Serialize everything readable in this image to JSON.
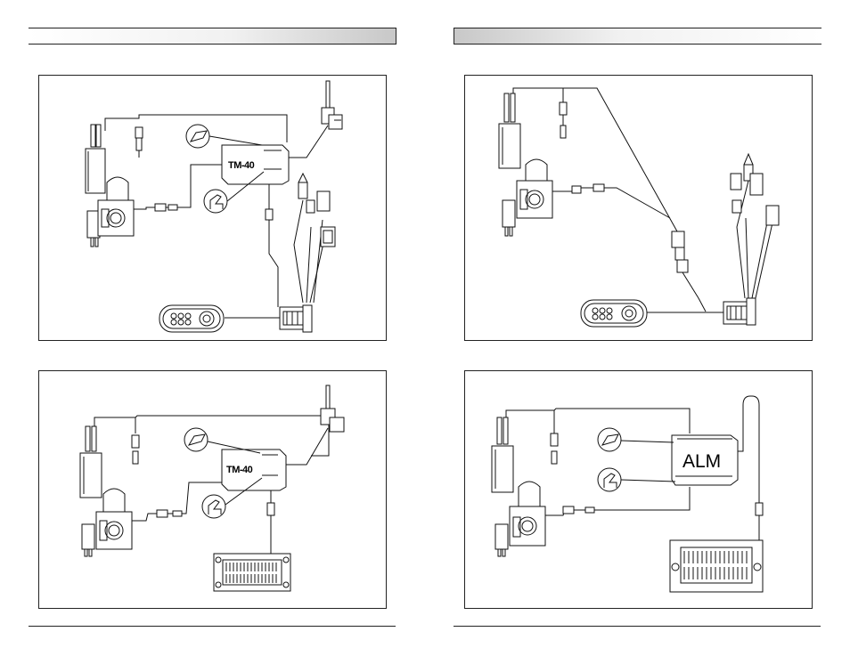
{
  "page": {
    "header_left": "",
    "header_right": ""
  },
  "diagrams": [
    {
      "id": "panel-1",
      "controller_label": "TM-40"
    },
    {
      "id": "panel-2",
      "controller_label": ""
    },
    {
      "id": "panel-3",
      "controller_label": "TM-40"
    },
    {
      "id": "panel-4",
      "controller_label": "ALM"
    }
  ],
  "icons": [
    "actuator-icon",
    "motor-gearbox-icon",
    "hand-control-icon",
    "junction-box-icon",
    "power-supply-icon",
    "bed-position-icon",
    "chair-position-icon",
    "under-bed-light-icon",
    "plug-connector-icon"
  ]
}
